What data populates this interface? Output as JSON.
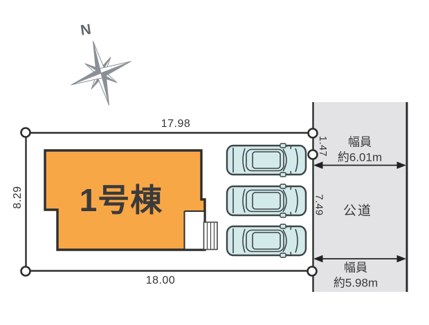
{
  "compass": {
    "north_label": "N"
  },
  "plot": {
    "dim_top": "17.98",
    "dim_left": "8.29",
    "dim_bottom": "18.00",
    "dim_right_upper": "1.47",
    "dim_right_lower": "7.49"
  },
  "building": {
    "label": "1号棟"
  },
  "parking": {
    "car_count": "3"
  },
  "road": {
    "name": "公道",
    "width_top": {
      "line1": "幅員",
      "line2": "約6.01m"
    },
    "width_bottom": {
      "line1": "幅員",
      "line2": "約5.98m"
    }
  },
  "colors": {
    "building_fill": "#F8A747",
    "building_text": "#3A3A3A",
    "road_fill": "#E3E3E5",
    "car_fill": "#D3EAEA",
    "line_color": "#2E2E2E",
    "text_color": "#333333",
    "compass_color": "#8A9096"
  }
}
